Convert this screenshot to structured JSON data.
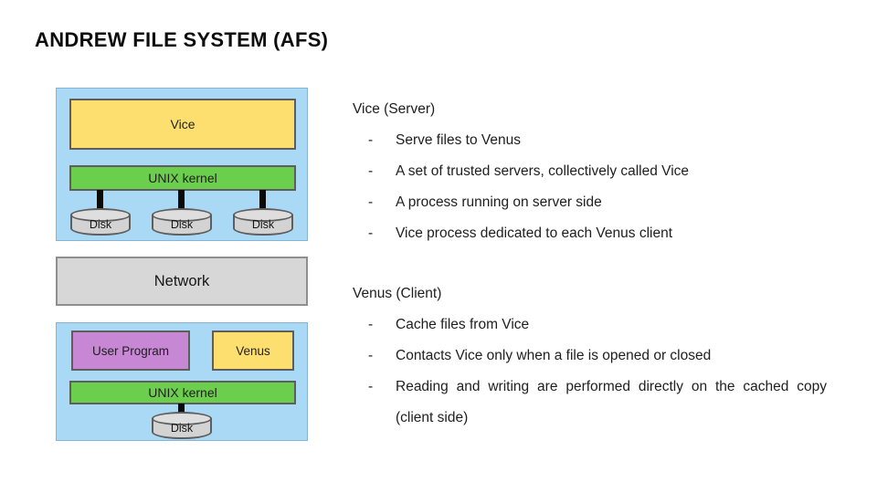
{
  "title": "ANDREW FILE SYSTEM (AFS)",
  "bullet_marker": "-",
  "colors": {
    "container-blue": "#aad9f6",
    "container-border": "#85b4d6",
    "box-yellow": "#fcdf6e",
    "box-green": "#6bce4c",
    "box-purple": "#c787d4",
    "network-gray": "#d7d7d7",
    "disk-gray": "#d3d3d3",
    "box-border": "#5e5e5e",
    "text-dark": "#1f1f1f"
  },
  "diagram": {
    "server": {
      "vice_label": "Vice",
      "kernel_label": "UNIX kernel",
      "disks": [
        "Disk",
        "Disk",
        "Disk"
      ]
    },
    "network_label": "Network",
    "client": {
      "user_program_label": "User Program",
      "venus_label": "Venus",
      "kernel_label": "UNIX kernel",
      "disk_label": "Disk"
    }
  },
  "sections": [
    {
      "heading": "Vice (Server)",
      "bullets": [
        "Serve files to Venus",
        "A set of trusted servers, collectively called Vice",
        "A process running on server side",
        "Vice process dedicated to each Venus client"
      ]
    },
    {
      "heading": "Venus (Client)",
      "bullets": [
        "Cache files from Vice",
        "Contacts Vice only when a file is opened or closed",
        "Reading and writing are performed directly on the cached copy (client side)"
      ]
    }
  ]
}
